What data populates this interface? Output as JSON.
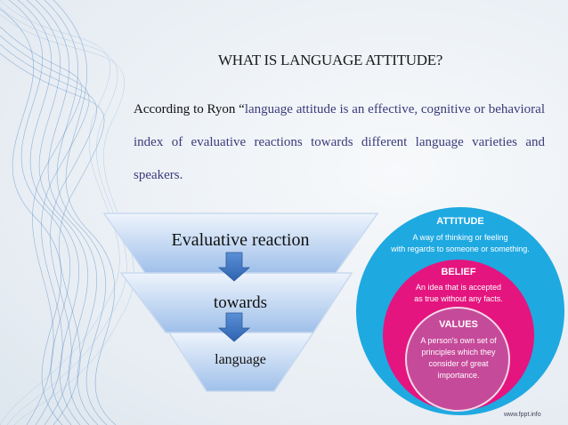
{
  "slide": {
    "title": "WHAT IS LANGUAGE ATTITUDE?",
    "paragraph_lead": "According to Ryon “",
    "paragraph_body": "language attitude is an effective, cognitive or behavioral index of evaluative reactions towards  different language varieties and speakers.",
    "footer": "www.fppt.info"
  },
  "funnel": {
    "level1": "Evaluative reaction",
    "level2": "towards",
    "level3": "language"
  },
  "circles": {
    "attitude_title": "ATTITUDE",
    "attitude_line1": "A way of thinking or feeling",
    "attitude_line2": "with regards to  someone or something.",
    "belief_title": "BELIEF",
    "belief_line1": "An idea that  is accepted",
    "belief_line2": "as true without any facts.",
    "values_title": "VALUES",
    "values_line1": "A person's  own set  of",
    "values_line2": "principles  which  they",
    "values_line3": "consider of great",
    "values_line4": "importance."
  },
  "colors": {
    "attitude": "#1fa9e1",
    "belief": "#e4157f",
    "values": "#c64a9a",
    "arrow": "#3f78c4"
  }
}
